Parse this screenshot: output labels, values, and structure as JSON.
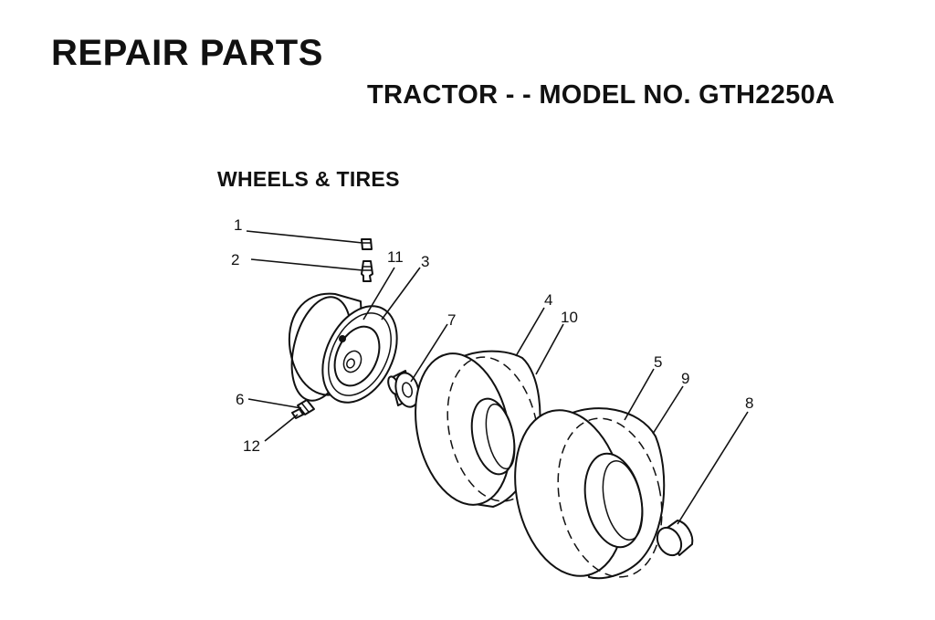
{
  "header": {
    "title": "REPAIR PARTS",
    "subtitle": "TRACTOR - - MODEL NO. GTH2250A"
  },
  "section": {
    "title": "WHEELS & TIRES"
  },
  "callouts": [
    "1",
    "2",
    "11",
    "3",
    "4",
    "10",
    "7",
    "5",
    "9",
    "8",
    "6",
    "12"
  ]
}
